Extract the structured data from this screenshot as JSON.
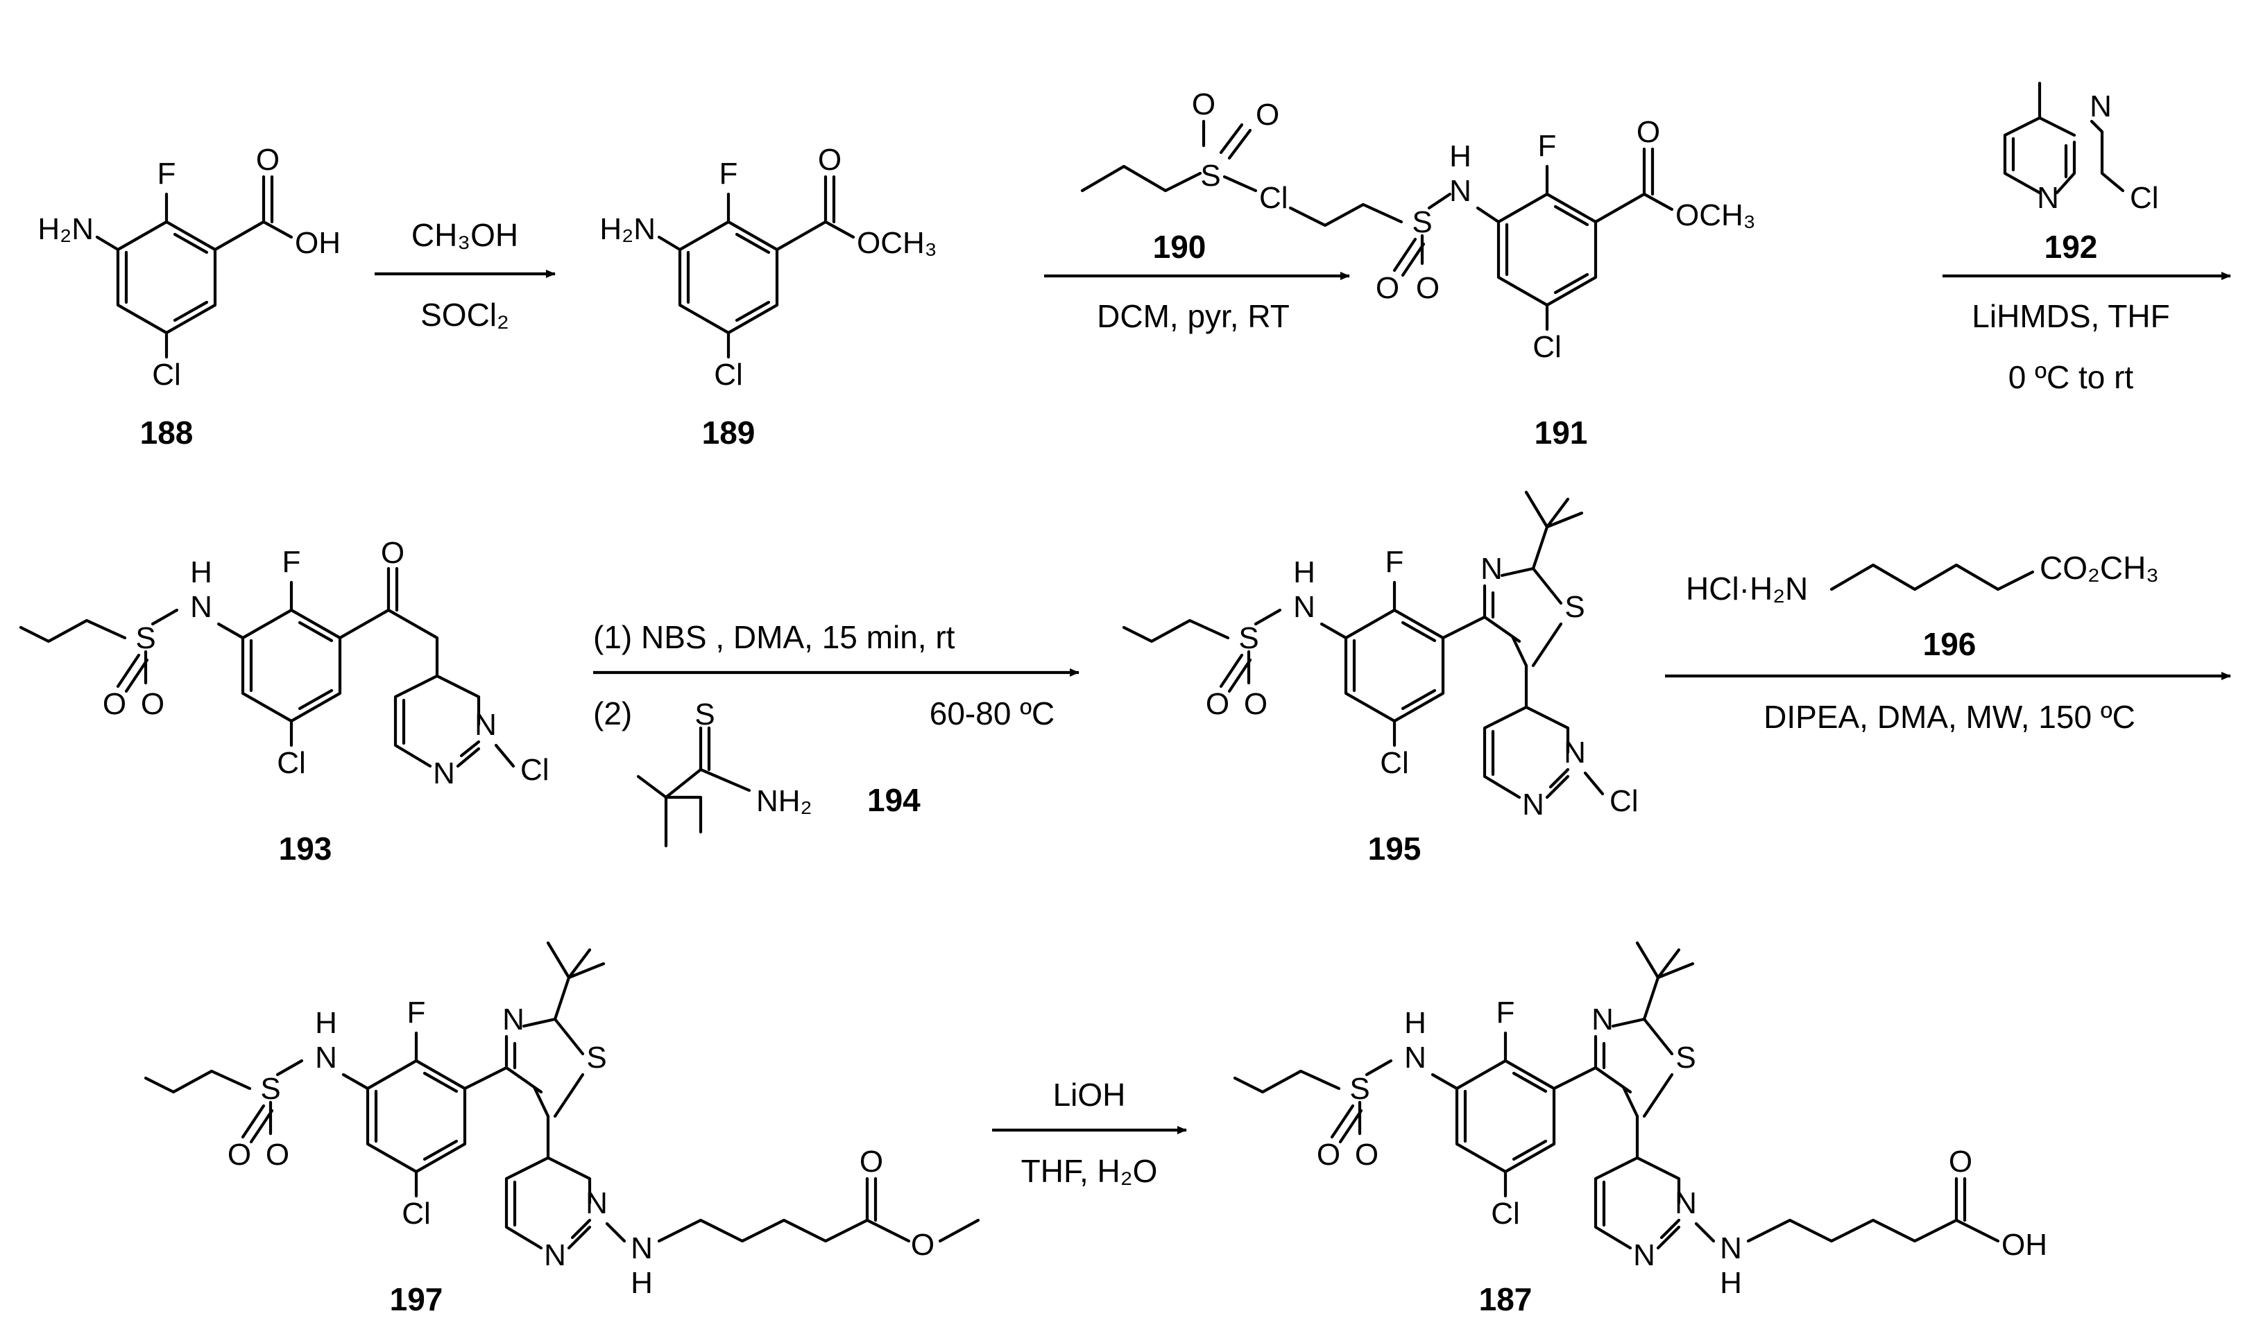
{
  "compounds": [
    {
      "id": "188"
    },
    {
      "id": "189"
    },
    {
      "id": "190"
    },
    {
      "id": "191"
    },
    {
      "id": "192"
    },
    {
      "id": "193"
    },
    {
      "id": "194"
    },
    {
      "id": "195"
    },
    {
      "id": "196"
    },
    {
      "id": "197"
    },
    {
      "id": "187"
    }
  ],
  "atoms": {
    "H2N": "H₂N",
    "F": "F",
    "Cl": "Cl",
    "O": "O",
    "OH": "OH",
    "OCH3": "OCH₃",
    "S": "S",
    "N": "N",
    "H": "H",
    "NH2": "NH₂"
  },
  "steps": {
    "s1": {
      "line1": "CH₃OH",
      "line2": "SOCl₂"
    },
    "s2": {
      "line1": "DCM, pyr, RT"
    },
    "s3": {
      "line1": "LiHMDS, THF",
      "line2": "0 ºC to rt"
    },
    "s4": {
      "line1": "(1) NBS , DMA, 15 min, rt",
      "line2a": "(2)",
      "line2b": "60-80 ºC"
    },
    "s5": {
      "reagent": "HCl·H₂N",
      "ester": "CO₂CH₃",
      "line1": "DIPEA, DMA, MW, 150 ºC"
    },
    "s6": {
      "line1": "LiOH",
      "line2": "THF, H₂O"
    }
  }
}
